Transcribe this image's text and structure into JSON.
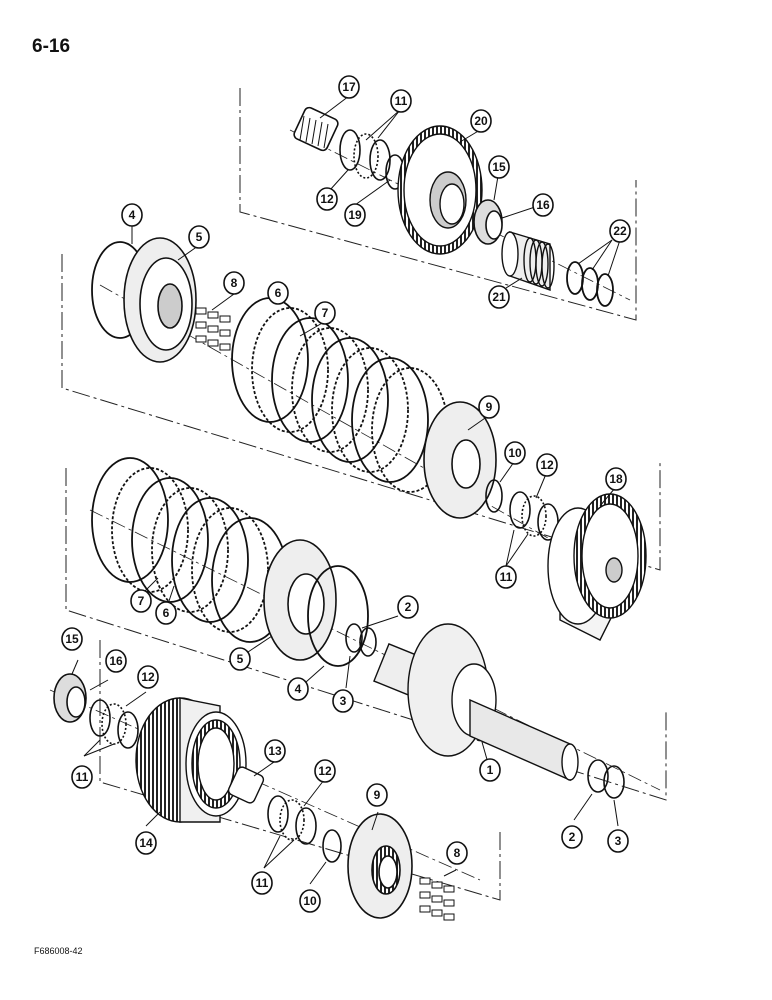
{
  "page_number": "6-16",
  "figure_code": "F686008-42",
  "callouts": {
    "c17": "17",
    "c11a": "11",
    "c20": "20",
    "c12a": "12",
    "c19": "19",
    "c15a": "15",
    "c16a": "16",
    "c22": "22",
    "c21": "21",
    "c4a": "4",
    "c5a": "5",
    "c8a": "8",
    "c6a": "6",
    "c7a": "7",
    "c9a": "9",
    "c10a": "10",
    "c12b": "12",
    "c18": "18",
    "c11b": "11",
    "c7b": "7",
    "c6b": "6",
    "c2a": "2",
    "c5b": "5",
    "c4b": "4",
    "c3a": "3",
    "c15b": "15",
    "c16b": "16",
    "c12c": "12",
    "c11c": "11",
    "c13": "13",
    "c12d": "12",
    "c9b": "9",
    "c8b": "8",
    "c1": "1",
    "c14": "14",
    "c11d": "11",
    "c10b": "10",
    "c2b": "2",
    "c3b": "3"
  }
}
